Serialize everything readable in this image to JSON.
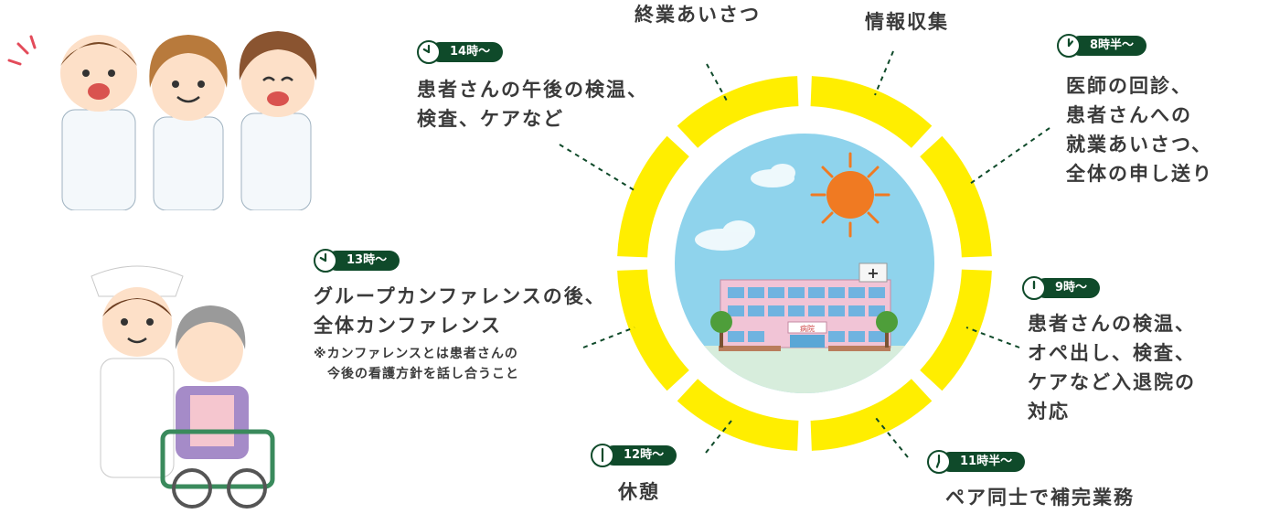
{
  "colors": {
    "ring": "#ffee00",
    "badge": "#0f4a2a",
    "sky": "#8fd3ec",
    "sun": "#f07a22",
    "building": "#f1c4d6",
    "text": "#3a3a3a"
  },
  "schedule": {
    "t0800": {
      "time": "8時半〜",
      "text": "医師の回診、\n患者さんへの\n就業あいさつ、\n全体の申し送り"
    },
    "t0900": {
      "time": "9時〜",
      "text": "患者さんの検温、\nオペ出し、検査、\nケアなど入退院の\n対応"
    },
    "t1130": {
      "time": "11時半〜",
      "text": "ペア同士で補完業務"
    },
    "t1200": {
      "time": "12時〜",
      "text": "休憩"
    },
    "t1300": {
      "time": "13時〜",
      "text": "グループカンファレンスの後、\n全体カンファレンス",
      "note": "※カンファレンスとは患者さんの\n　今後の看護方針を話し合うこと"
    },
    "t1400": {
      "time": "14時〜",
      "text": "患者さんの午後の検温、\n検査、ケアなど"
    },
    "top_left": {
      "text": "終業あいさつ"
    },
    "top_right": {
      "text": "情報収集"
    }
  },
  "illustration": {
    "hospital_sign": "病院",
    "cross": "+"
  }
}
